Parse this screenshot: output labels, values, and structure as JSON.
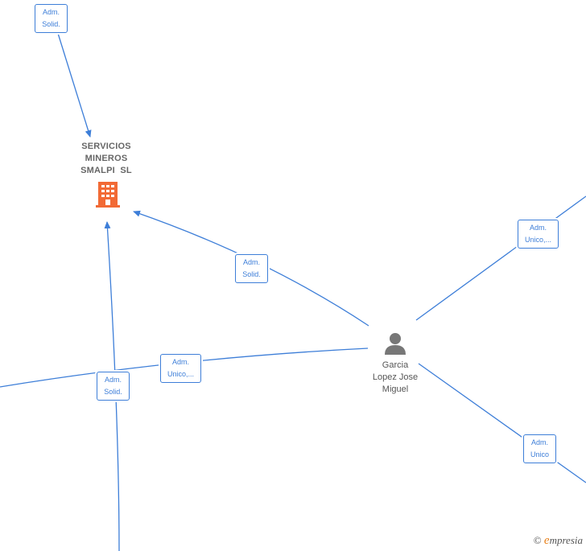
{
  "nodes": {
    "company": {
      "name_lines": [
        "SERVICIOS",
        "MINEROS",
        "SMALPI  SL"
      ],
      "icon": "building-icon",
      "icon_color": "#f26a35"
    },
    "person": {
      "name_lines": [
        "Garcia",
        "Lopez Jose",
        "Miguel"
      ],
      "icon": "person-icon",
      "icon_color": "#777777"
    }
  },
  "edges": [
    {
      "id": "top-solid",
      "label": [
        "Adm.",
        "Solid."
      ]
    },
    {
      "id": "person-company-solid",
      "label": [
        "Adm.",
        "Solid."
      ]
    },
    {
      "id": "person-left-unico",
      "label": [
        "Adm.",
        "Unico,..."
      ]
    },
    {
      "id": "bottom-company-solid",
      "label": [
        "Adm.",
        "Solid."
      ]
    },
    {
      "id": "person-topright-unico",
      "label": [
        "Adm.",
        "Unico,..."
      ]
    },
    {
      "id": "person-bottomright-unico",
      "label": [
        "Adm.",
        "Unico"
      ]
    }
  ],
  "colors": {
    "edge": "#3d7ed8",
    "label_border": "#3d7ed8"
  },
  "footer": {
    "copyright": "©",
    "brand_initial": "e",
    "brand_rest": "mpresia"
  }
}
